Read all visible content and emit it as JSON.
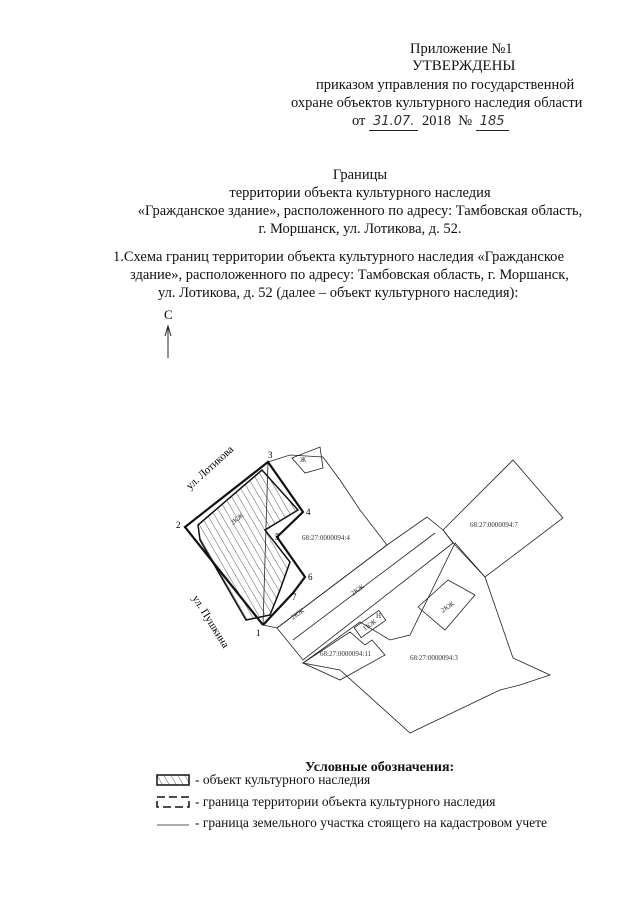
{
  "header": {
    "appendix": "Приложение №1",
    "approved": "УТВЕРЖДЕНЫ",
    "order_line1": "приказом управления по государственной",
    "order_line2": "охране объектов культурного наследия  области",
    "date_prefix": "от",
    "date_handwritten": "31.07.",
    "year": "2018",
    "number_prefix": "№",
    "number_handwritten": "185"
  },
  "title": {
    "line1": "Границы",
    "line2": "территории объекта культурного наследия",
    "line3": "«Гражданское здание», расположенного по адресу: Тамбовская область,",
    "line4": "г. Моршанск, ул. Лотикова, д. 52."
  },
  "section": {
    "line1": "1.Схема границ территории объекта культурного наследия  «Гражданское",
    "line2": "здание», расположенного по адресу: Тамбовская область, г. Моршанск,",
    "line3": "ул. Лотикова, д. 52 (далее – объект культурного наследия):"
  },
  "map": {
    "north_label": "С",
    "street_lotikova": "ул. Лотикова",
    "street_pushkina": "ул. Пушкина",
    "points": [
      "1",
      "2",
      "3",
      "4",
      "5",
      "6",
      "7"
    ],
    "parcel_4": "68:27:0000094:4",
    "parcel_7": "68:27:0000094:7",
    "parcel_3": "68:27:0000094:3",
    "parcel_11": "68:27:0000094:11",
    "bld_2kzh": "2КЖ",
    "bld_1kzh": "1КЖ",
    "bld_n": "Н",
    "bld_zh": "Ж"
  },
  "legend": {
    "title": "Условные обозначения:",
    "items": [
      "- объект культурного наследия",
      "- граница территории объекта культурного наследия",
      "- граница земельного участка стоящего на кадастровом учете"
    ]
  }
}
